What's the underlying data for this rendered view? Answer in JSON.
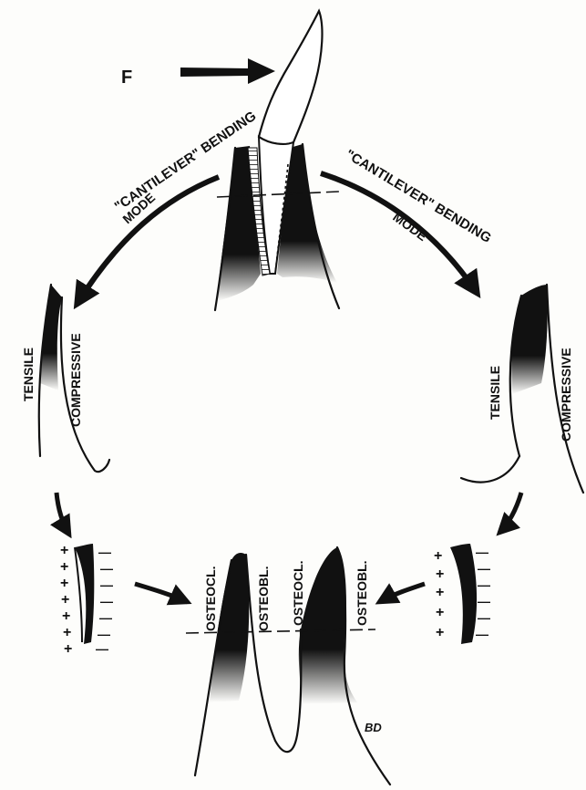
{
  "labels": {
    "force": "F",
    "bending_left": "\"CANTILEVER\" BENDING",
    "mode_left": "MODE",
    "bending_right": "\"CANTILEVER\" BENDING",
    "mode_right": "MODE",
    "tensile_left": "TENSILE",
    "compressive_left": "COMPRESSIVE",
    "tensile_right": "TENSILE",
    "compressive_right": "COMPRESSIVE",
    "osteocl_left": "OSTEOCL.",
    "osteobl_left": "OSTEOBL.",
    "osteocl_right": "OSTEOCL.",
    "osteobl_right": "OSTEOBL.",
    "signature": "BD"
  },
  "charges": {
    "left_plus": [
      "+",
      "+",
      "+",
      "+",
      "+",
      "+",
      "+"
    ],
    "left_minus": [
      "—",
      "—",
      "—",
      "—",
      "—",
      "—",
      "—"
    ],
    "right_plus": [
      "+",
      "+",
      "+",
      "+",
      "+"
    ],
    "right_minus": [
      "—",
      "—",
      "—",
      "—",
      "—",
      "—"
    ]
  },
  "colors": {
    "ink": "#111111",
    "paper": "#fdfdfb"
  }
}
